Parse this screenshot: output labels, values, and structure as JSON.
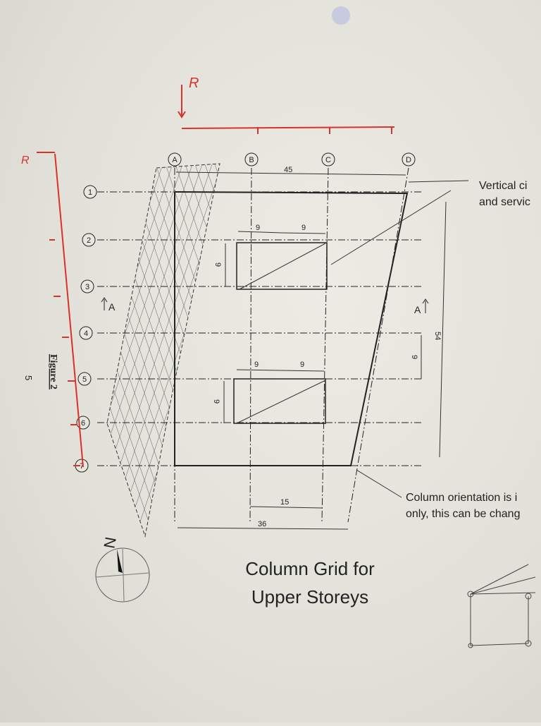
{
  "columns": [
    "A",
    "B",
    "C",
    "D"
  ],
  "rows": [
    "1",
    "2",
    "3",
    "4",
    "5",
    "6",
    "7"
  ],
  "dimensions": {
    "top_span": "45",
    "bay_upper_left": "9",
    "bay_upper_right": "9",
    "bay_upper_height": "9",
    "bay_lower_left": "9",
    "bay_lower_right": "9",
    "bay_lower_height": "9",
    "right_height": "9",
    "total_height": "54",
    "bottom_span_bc": "15",
    "bottom_span_ad": "36"
  },
  "section_markers": {
    "left": "A",
    "right": "A"
  },
  "figure_label": "Figure 2",
  "page_number": "5",
  "north_label": "N",
  "title": {
    "line1": "Column Grid for",
    "line2": "Upper Storeys"
  },
  "callouts": {
    "vertical_line1": "Vertical ci",
    "vertical_line2": "and servic",
    "orientation_line1": "Column orientation is i",
    "orientation_line2": "only, this can be chang"
  },
  "handwritten": {
    "r_top": "R",
    "r_left": "R"
  },
  "colors": {
    "ink": "#222222",
    "red_pen": "#d8322a",
    "paper": "#e6e5dd"
  }
}
